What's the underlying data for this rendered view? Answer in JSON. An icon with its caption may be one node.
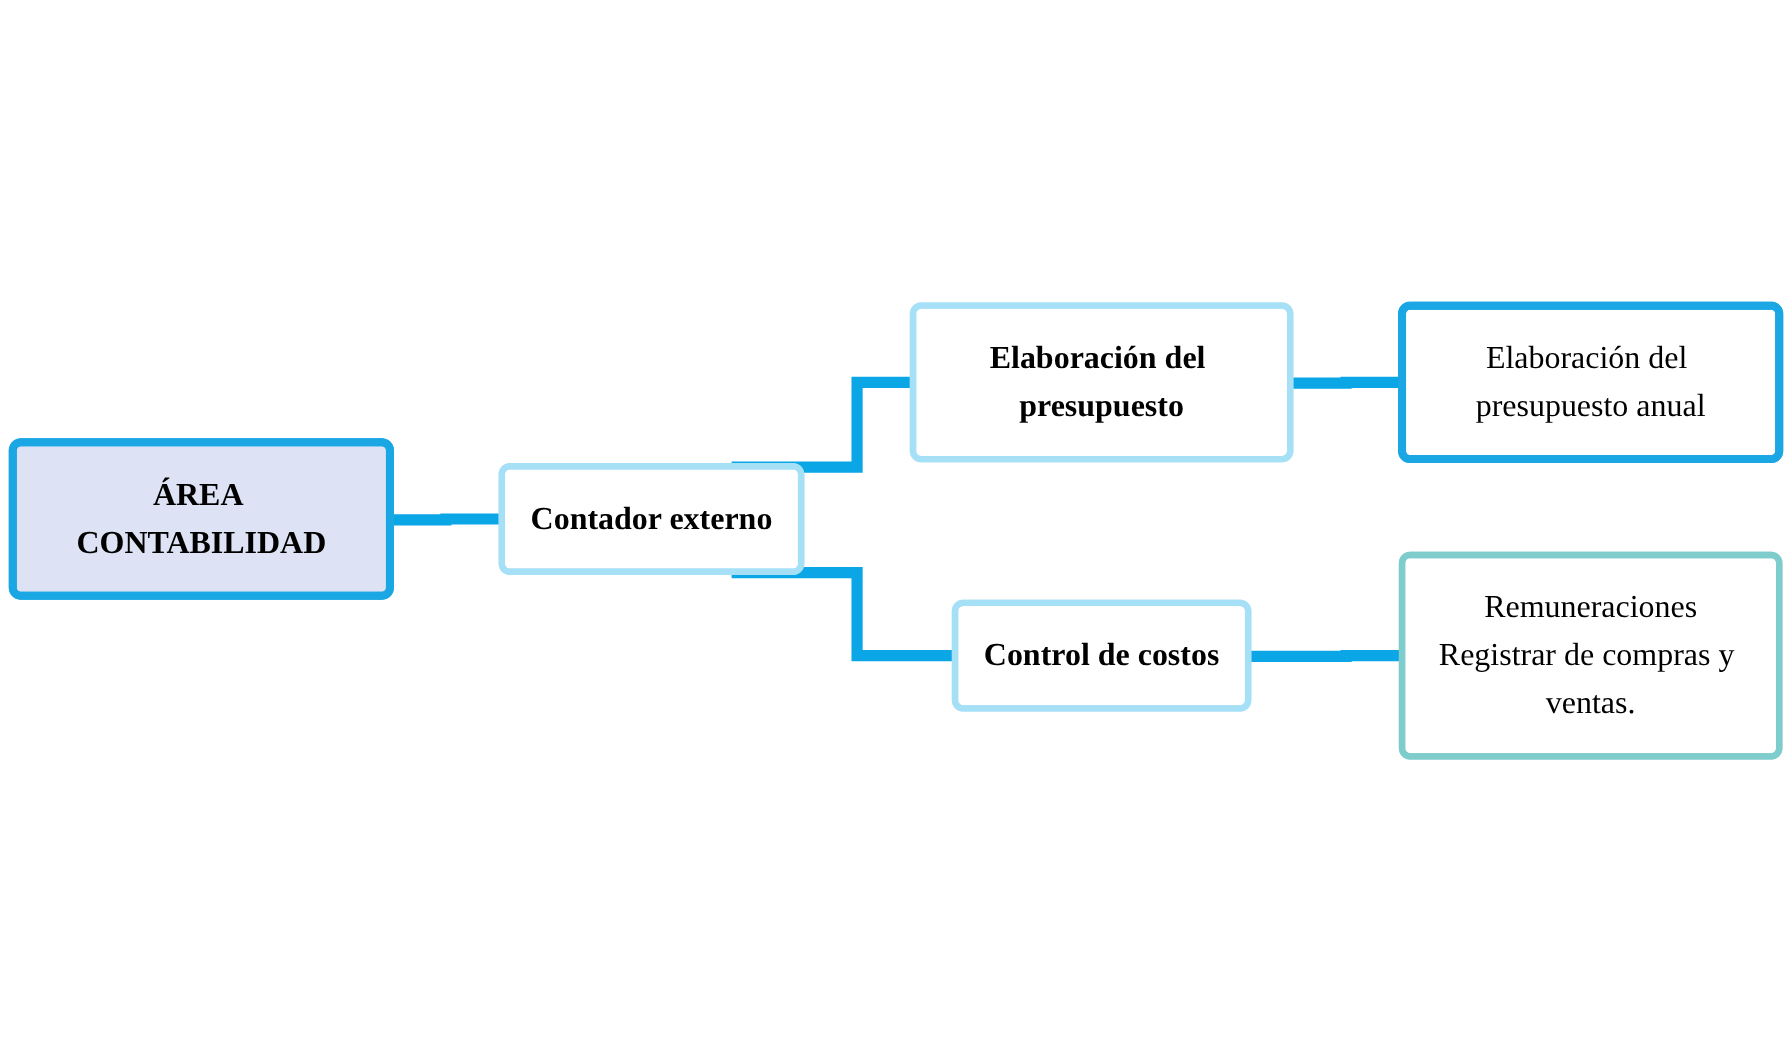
{
  "diagram": {
    "nodes": [
      {
        "text": [
          "ÁREA CONTABILIDAD"
        ]
      },
      {
        "text": [
          "Contador externo"
        ]
      },
      {
        "text": [
          "Elaboración del presupuesto"
        ]
      },
      {
        "text": [
          "Elaboración del presupuesto anual"
        ]
      },
      {
        "text": [
          "Control de costos"
        ]
      },
      {
        "text": [
          "Remuneraciones",
          "Registrar de compras y ventas."
        ]
      }
    ],
    "edges": [
      {
        "from": 0,
        "to": 1,
        "arrow": "none"
      },
      {
        "from": 1,
        "to": 2,
        "arrow": "none"
      },
      {
        "from": 1,
        "to": 4,
        "arrow": "none"
      },
      {
        "from": 2,
        "to": 3,
        "arrow": "none"
      },
      {
        "from": 4,
        "to": 5,
        "arrow": "none"
      }
    ]
  }
}
